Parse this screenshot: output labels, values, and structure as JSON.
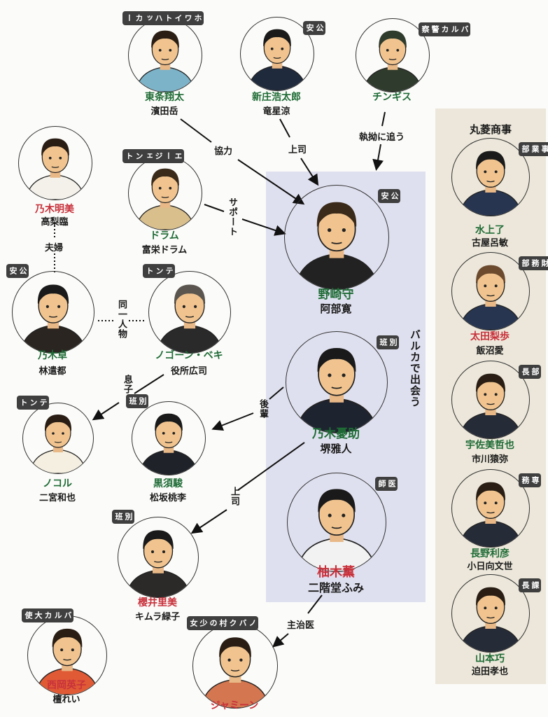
{
  "company": "丸菱商事",
  "characters": [
    {
      "name": "東条翔太",
      "actor": "濱田岳",
      "tag": "ホワイトハッカー",
      "color": "green"
    },
    {
      "name": "新庄浩太郎",
      "actor": "竜星涼",
      "tag": "公安",
      "color": "green"
    },
    {
      "name": "チンギス",
      "actor": "",
      "tag": "バルカ警察",
      "color": "green"
    },
    {
      "name": "乃木明美",
      "actor": "高梨臨",
      "tag": "",
      "color": "red"
    },
    {
      "name": "ドラム",
      "actor": "富栄ドラム",
      "tag": "エージェント",
      "color": "green"
    },
    {
      "name": "野崎守",
      "actor": "阿部寛",
      "tag": "公安",
      "color": "green"
    },
    {
      "name": "乃木卓",
      "actor": "林遣都",
      "tag": "公安",
      "color": "green"
    },
    {
      "name": "ノゴーン・ベキ",
      "actor": "役所広司",
      "tag": "テント",
      "color": "green"
    },
    {
      "name": "乃木憂助",
      "actor": "堺雅人",
      "tag": "別班",
      "color": "green"
    },
    {
      "name": "ノコル",
      "actor": "二宮和也",
      "tag": "テント",
      "color": "green"
    },
    {
      "name": "黒須駿",
      "actor": "松坂桃李",
      "tag": "別班",
      "color": "green"
    },
    {
      "name": "柚木薫",
      "actor": "二階堂ふみ",
      "tag": "医師",
      "color": "red"
    },
    {
      "name": "櫻井里美",
      "actor": "キムラ緑子",
      "tag": "別班",
      "color": "red"
    },
    {
      "name": "西岡英子",
      "actor": "檀れい",
      "tag": "バルカ大使",
      "color": "red"
    },
    {
      "name": "ジャミーン",
      "actor": "",
      "tag": "ノバク村の少女",
      "color": "red"
    },
    {
      "name": "水上了",
      "actor": "古屋呂敏",
      "tag": "事業部",
      "color": "green"
    },
    {
      "name": "太田梨歩",
      "actor": "飯沼愛",
      "tag": "財務部",
      "color": "red"
    },
    {
      "name": "宇佐美哲也",
      "actor": "市川猿弥",
      "tag": "部長",
      "color": "green"
    },
    {
      "name": "長野利彦",
      "actor": "小日向文世",
      "tag": "専務",
      "color": "green"
    },
    {
      "name": "山本巧",
      "actor": "迫田孝也",
      "tag": "課長",
      "color": "green"
    }
  ],
  "relations": {
    "cooperate": "協力",
    "boss1": "上司",
    "pursue": "執拗に追う",
    "support": "サポート",
    "couple": "夫婦",
    "same_person": "同一人物",
    "son": "息子",
    "junior": "後輩",
    "boss2": "上司",
    "doctor": "主治医",
    "met_in_balka": "バルカで出会う"
  },
  "name_colors": {
    "green": "#1e6b35",
    "red": "#c8313b"
  }
}
